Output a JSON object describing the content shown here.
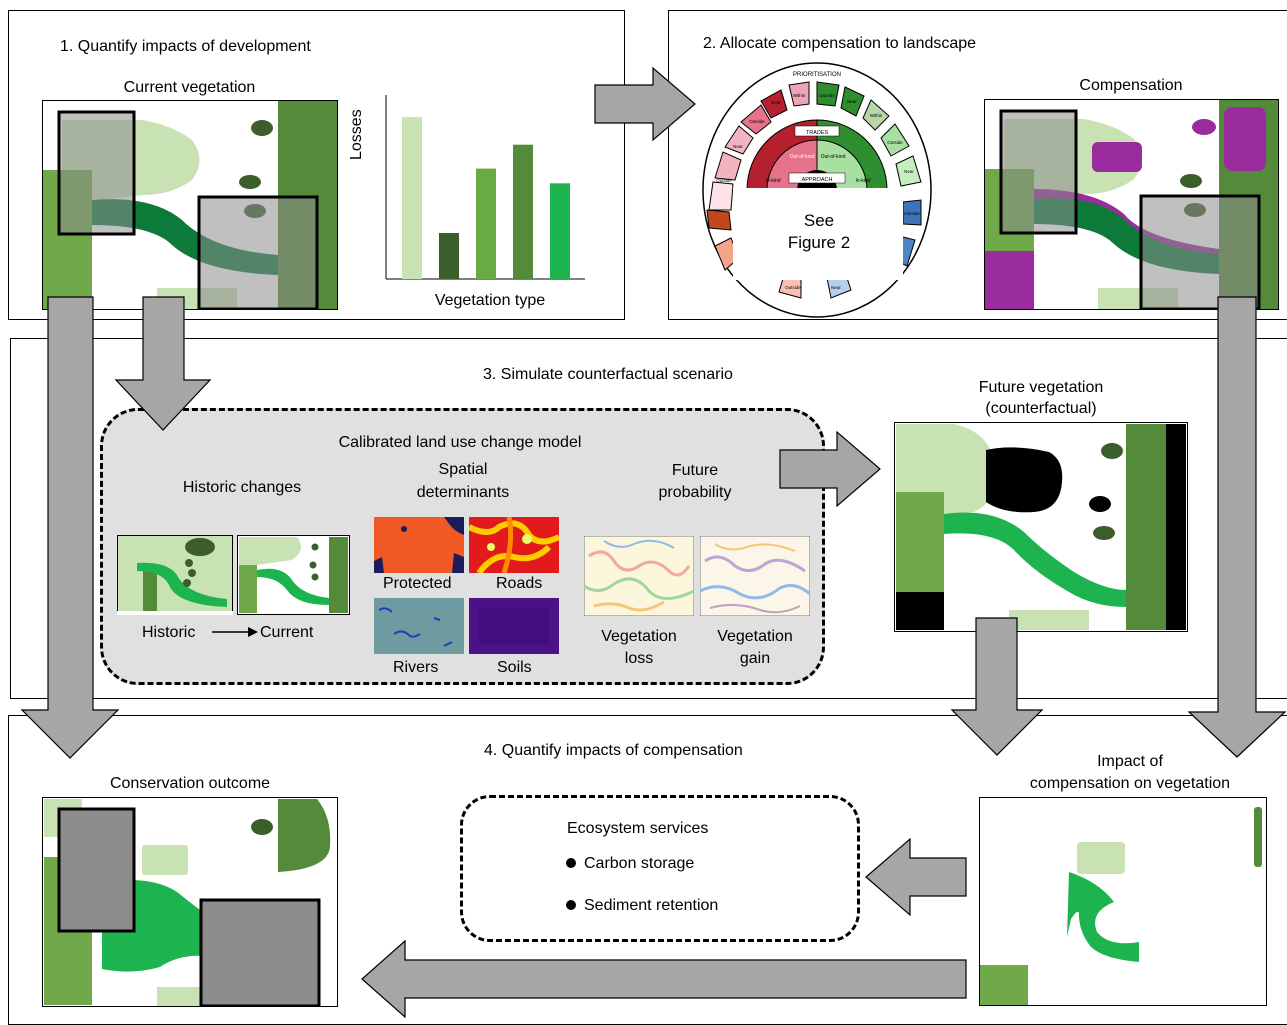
{
  "panel1": {
    "title": "1. Quantify impacts of development",
    "map_label": "Current vegetation",
    "chart_ylabel": "Losses",
    "chart_xlabel": "Vegetation type"
  },
  "panel2": {
    "title": "2. Allocate compensation to landscape",
    "map_label": "Compensation",
    "wheel": {
      "prioritisation": "PRIORITISATION",
      "trades": "TRADES",
      "approach": "APPROACH",
      "see_line1": "See",
      "see_line2": "Figure 2",
      "segments": {
        "within": "Within",
        "near": "Near",
        "outside": "Outside",
        "out_of_kind": "Out-of-kind",
        "in_kind": "In-kind"
      }
    }
  },
  "panel3": {
    "title": "3. Simulate counterfactual scenario",
    "model_title": "Calibrated land use change model",
    "historic_changes": "Historic changes",
    "spatial_determinants_1": "Spatial",
    "spatial_determinants_2": "determinants",
    "future_probability_1": "Future",
    "future_probability_2": "probability",
    "historic": "Historic",
    "current": "Current",
    "protected": "Protected",
    "roads": "Roads",
    "rivers": "Rivers",
    "soils": "Soils",
    "veg_loss_1": "Vegetation",
    "veg_loss_2": "loss",
    "veg_gain_1": "Vegetation",
    "veg_gain_2": "gain",
    "future_veg_1": "Future vegetation",
    "future_veg_2": "(counterfactual)"
  },
  "panel4": {
    "title": "4. Quantify impacts of compensation",
    "outcome_label": "Conservation outcome",
    "impact_1": "Impact of",
    "impact_2": "compensation on vegetation",
    "es_title": "Ecosystem services",
    "es_items": [
      "Carbon storage",
      "Sediment retention"
    ]
  },
  "chart_data": {
    "type": "bar",
    "categories": [
      "",
      "",
      "",
      "",
      ""
    ],
    "values": [
      88,
      25,
      60,
      73,
      52
    ],
    "colors": [
      "#c8e2b4",
      "#3b5e2b",
      "#6aaa45",
      "#548b3a",
      "#1db34e"
    ],
    "title": "",
    "xlabel": "Vegetation type",
    "ylabel": "Losses",
    "ylim": [
      0,
      100
    ]
  },
  "colors": {
    "light_green": "#c8e2b4",
    "mid_green": "#6fa94a",
    "dark_green": "#548b3a",
    "darkest_green": "#3b5e2b",
    "river_green": "#1db34e",
    "purple": "#9b2c9e",
    "grey_arrow": "#a6a6a6",
    "dev_grey": "#8c8c8c"
  }
}
